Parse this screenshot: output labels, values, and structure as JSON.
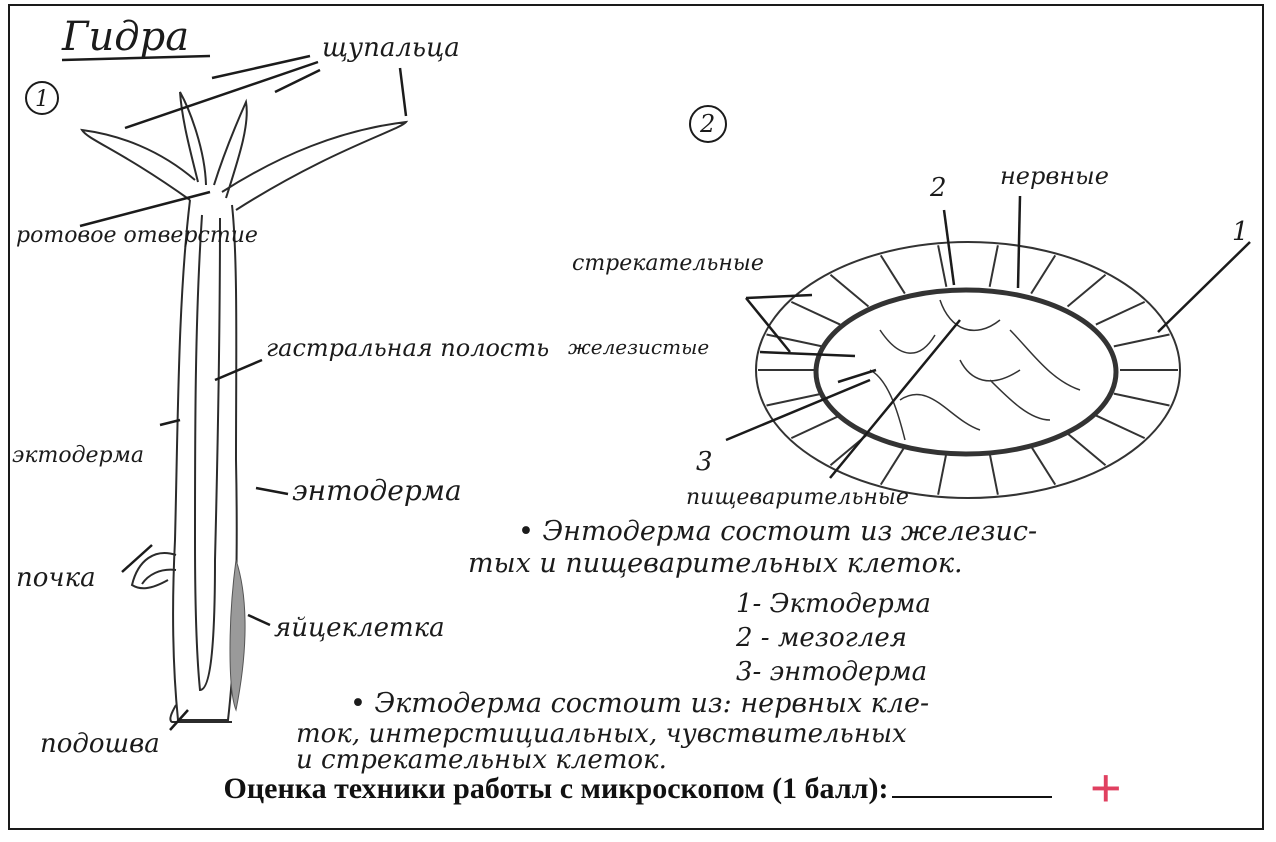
{
  "worksheet": {
    "title": "Гидра",
    "figure_numbers": {
      "first": "1",
      "second": "2"
    },
    "hydra_labels": {
      "tentacles": "щупальца",
      "mouth": "ротовое отверстие",
      "gastric_cavity": "гастральная полость",
      "ectoderm": "эктодерма",
      "endoderm": "энтодерма",
      "bud": "почка",
      "egg": "яйцеклетка",
      "sole": "подошва"
    },
    "section_labels": {
      "nervous": "нервные",
      "stinging": "стрекательные",
      "glandular": "железистые",
      "digestive": "пищеварительные",
      "num1": "1",
      "num2": "2",
      "num3": "3"
    },
    "notes": {
      "endoderm_note_line1": "• Энтодерма состоит из железис-",
      "endoderm_note_line2": "тых и пищеварительных клеток.",
      "legend_1": "1- Эктодерма",
      "legend_2": "2 - мезоглея",
      "legend_3": "3- энтодерма",
      "ectoderm_note_line1": "• Эктодерма состоит из: нервных кле-",
      "ectoderm_note_line2": "ток, интерстициальных, чувствительных",
      "ectoderm_note_line3": "и стрекательных клеток."
    },
    "grade_mark": "+",
    "footer": "Оценка техники работы с микроскопом (1 балл):",
    "colors": {
      "ink": "#1b1b1b",
      "grade": "#e04060",
      "egg_shade": "#9a9a9a"
    }
  }
}
